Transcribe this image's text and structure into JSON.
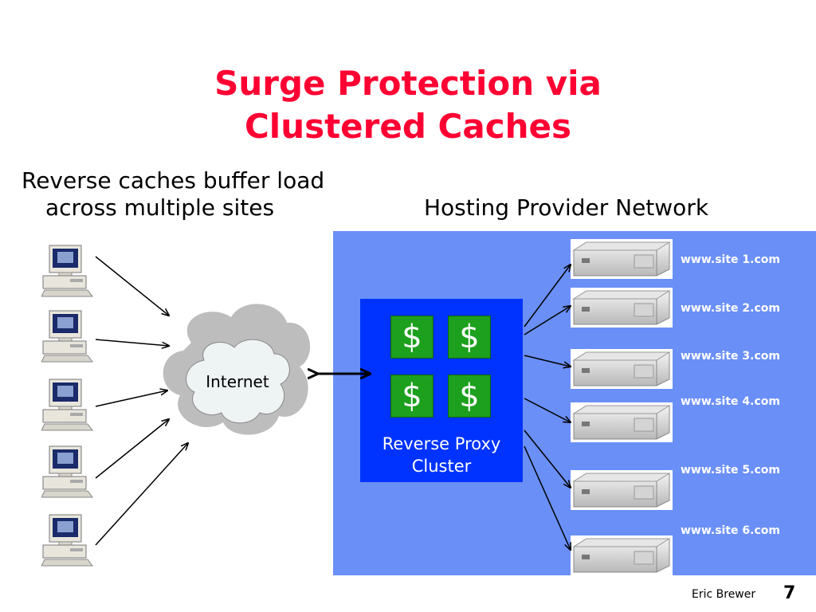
{
  "slide": {
    "title_line1": "Surge Protection via",
    "title_line2": "Clustered Caches",
    "subtitle_line1": "Reverse caches buffer load",
    "subtitle_line2": "across multiple sites",
    "hosting_label": "Hosting Provider Network",
    "internet_label": "Internet",
    "proxy_label_line1": "Reverse Proxy",
    "proxy_label_line2": "Cluster",
    "dollar_symbol": "$",
    "sites": [
      "www.site 1.com",
      "www.site 2.com",
      "www.site 3.com",
      "www.site 4.com",
      "www.site 5.com",
      "www.site 6.com"
    ],
    "footer_author": "Eric Brewer",
    "page_number": "7"
  },
  "colors": {
    "title": "#ff0033",
    "network_bg": "#6a8ff7",
    "cluster_bg": "#0033ff",
    "dollar_bg": "#1da01d",
    "cloud_outer": "#bdbdbd",
    "cloud_inner": "#eef3f3"
  },
  "icons": {
    "client": "desktop-computer-icon",
    "server": "rack-server-icon",
    "cloud": "internet-cloud-icon"
  }
}
